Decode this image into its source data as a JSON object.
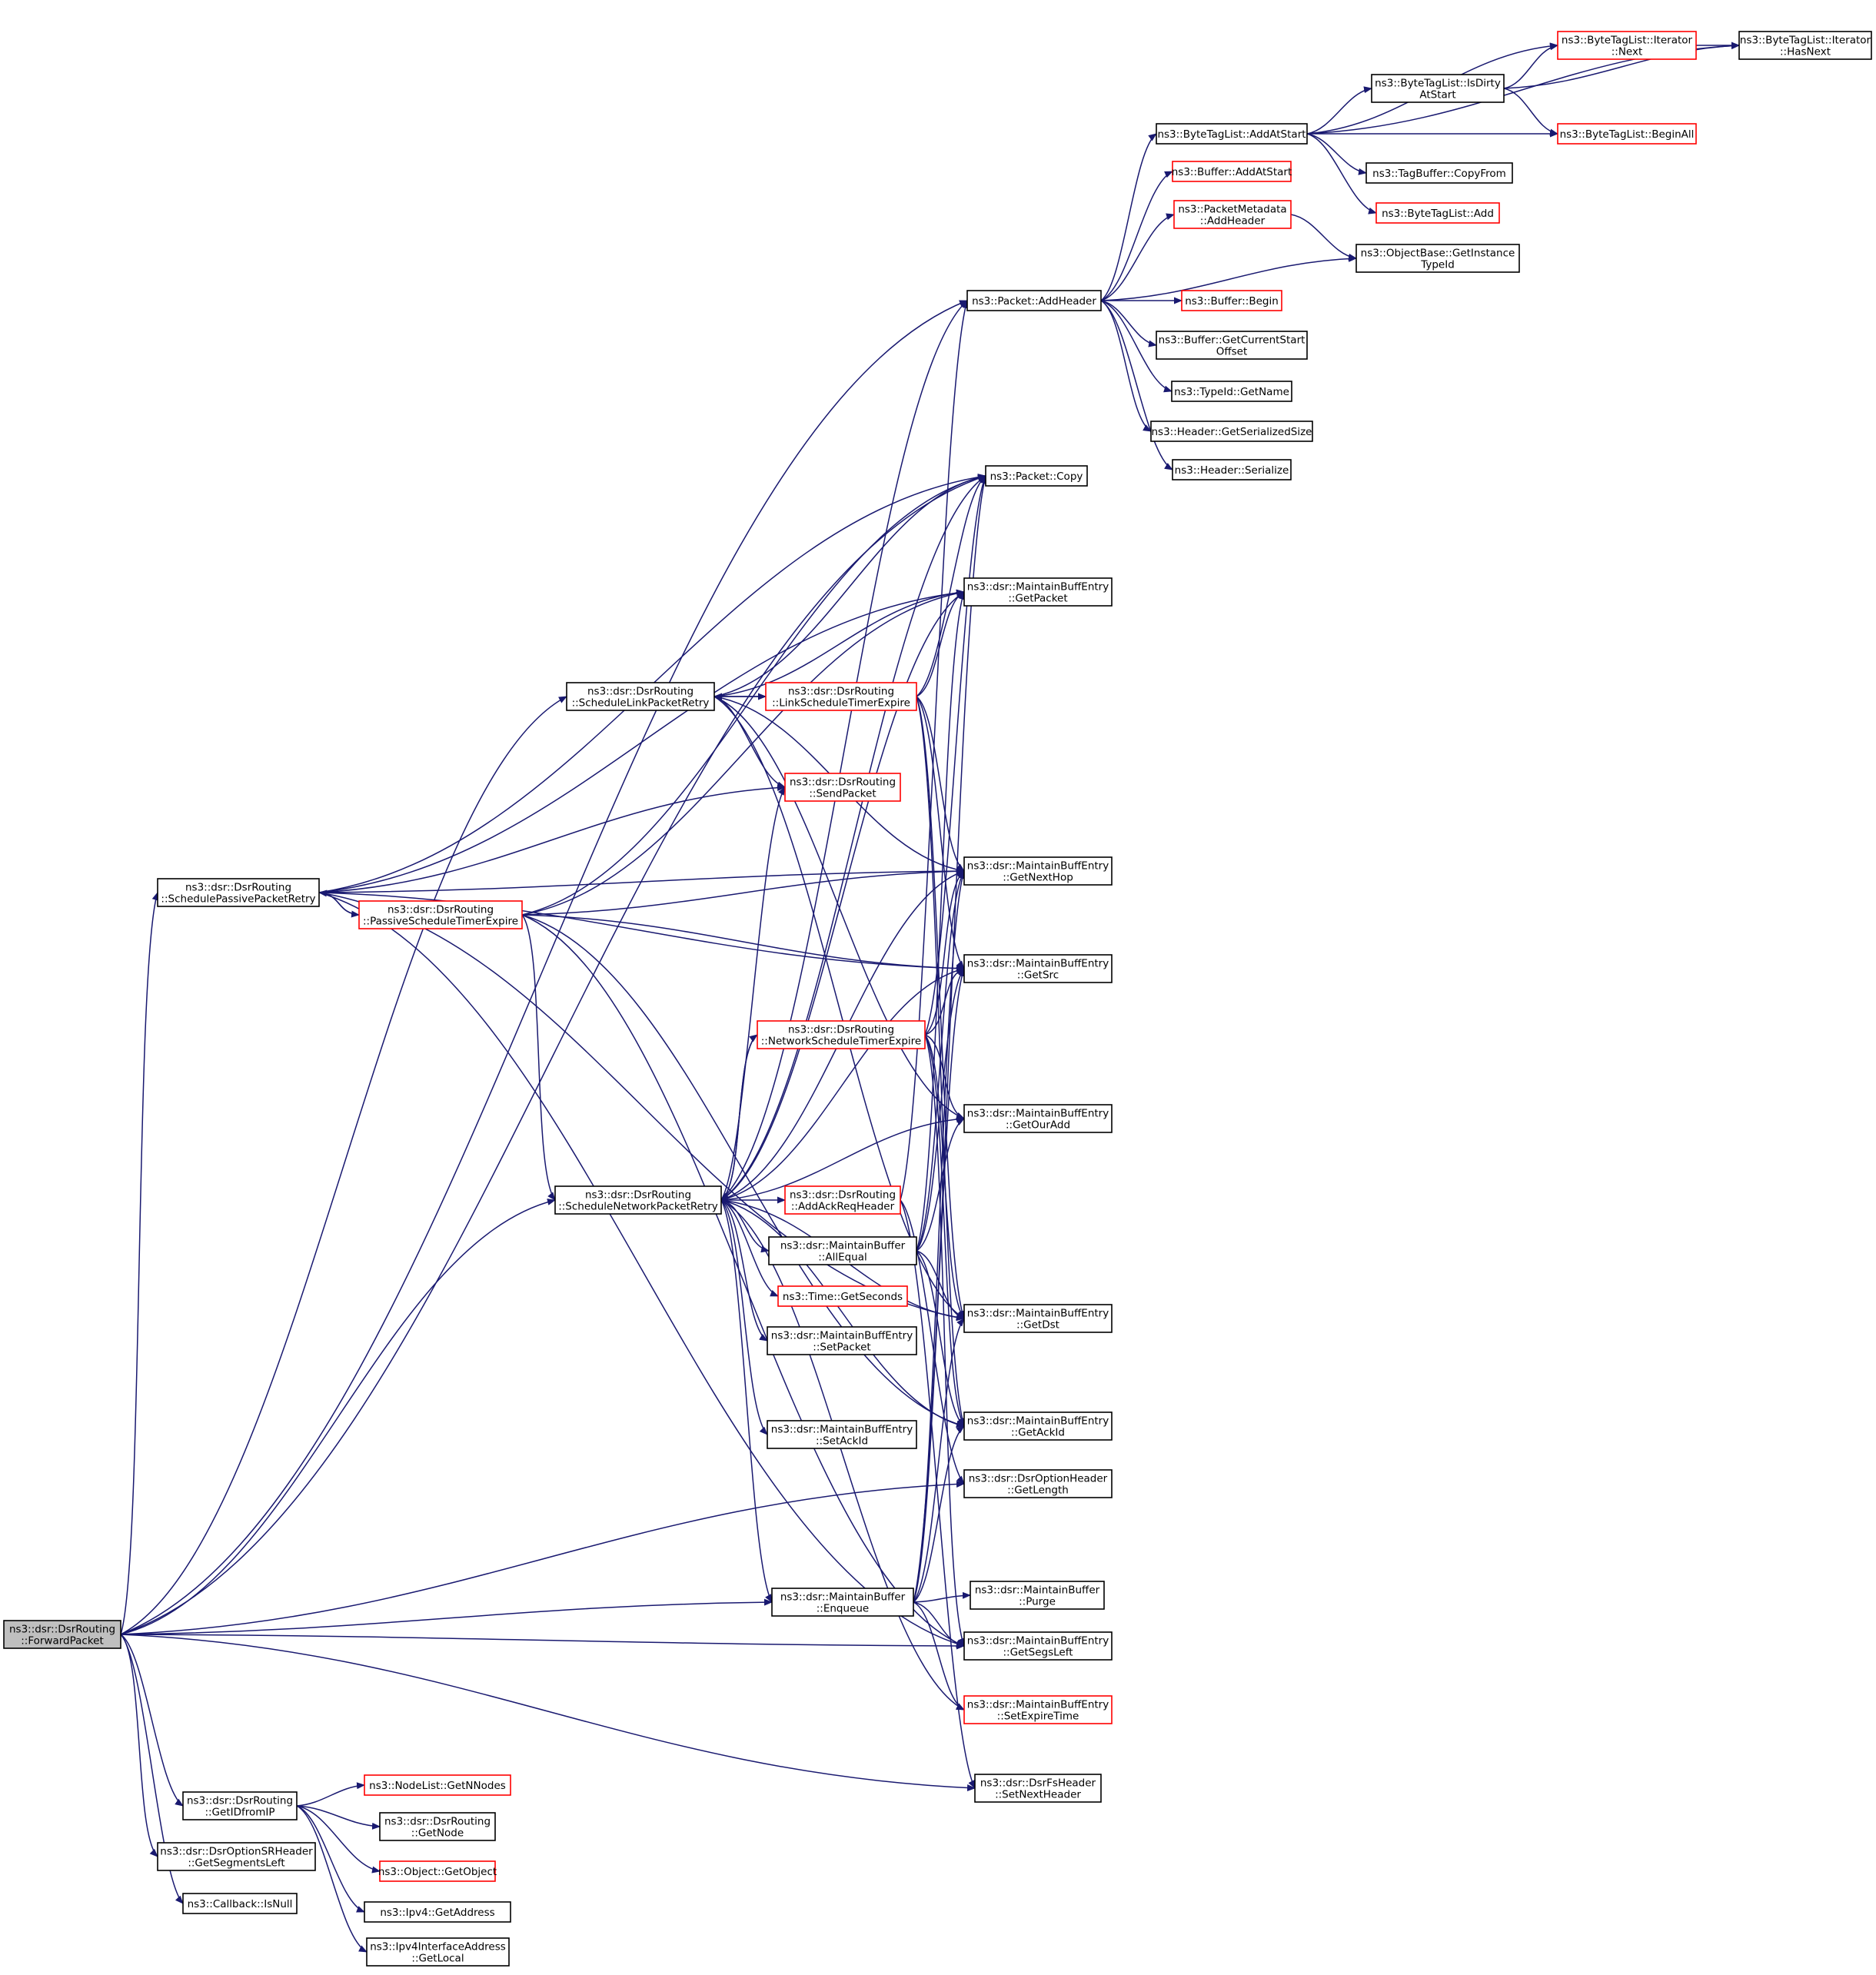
{
  "colors": {
    "edge": "#191970",
    "node_border": "#000000",
    "node_border_truncated": "#ff0000",
    "node_fill": "#ffffff",
    "root_fill": "#bfbfbf",
    "text": "#000000"
  },
  "nodes": [
    {
      "id": "forwardpacket",
      "lines": [
        "ns3::dsr::DsrRouting",
        "::ForwardPacket"
      ],
      "root": true,
      "truncated": false
    },
    {
      "id": "schedpassive",
      "lines": [
        "ns3::dsr::DsrRouting",
        "::SchedulePassivePacketRetry"
      ],
      "truncated": false
    },
    {
      "id": "getidfromip",
      "lines": [
        "ns3::dsr::DsrRouting",
        "::GetIDfromIP"
      ],
      "truncated": false
    },
    {
      "id": "getsegmentsleft",
      "lines": [
        "ns3::dsr::DsrOptionSRHeader",
        "::GetSegmentsLeft"
      ],
      "truncated": false
    },
    {
      "id": "isnull",
      "lines": [
        "ns3::Callback::IsNull"
      ],
      "truncated": false
    },
    {
      "id": "getnnodes",
      "lines": [
        "ns3::NodeList::GetNNodes"
      ],
      "truncated": true
    },
    {
      "id": "getnode",
      "lines": [
        "ns3::dsr::DsrRouting",
        "::GetNode"
      ],
      "truncated": false
    },
    {
      "id": "getobject",
      "lines": [
        "ns3::Object::GetObject"
      ],
      "truncated": true
    },
    {
      "id": "ipv4getaddress",
      "lines": [
        "ns3::Ipv4::GetAddress"
      ],
      "truncated": false
    },
    {
      "id": "getlocal",
      "lines": [
        "ns3::Ipv4InterfaceAddress",
        "::GetLocal"
      ],
      "truncated": false
    },
    {
      "id": "schedlink",
      "lines": [
        "ns3::dsr::DsrRouting",
        "::ScheduleLinkPacketRetry"
      ],
      "truncated": false
    },
    {
      "id": "passivetimer",
      "lines": [
        "ns3::dsr::DsrRouting",
        "::PassiveScheduleTimerExpire"
      ],
      "truncated": true
    },
    {
      "id": "schednetwork",
      "lines": [
        "ns3::dsr::DsrRouting",
        "::ScheduleNetworkPacketRetry"
      ],
      "truncated": false
    },
    {
      "id": "linktimer",
      "lines": [
        "ns3::dsr::DsrRouting",
        "::LinkScheduleTimerExpire"
      ],
      "truncated": true
    },
    {
      "id": "sendpacket",
      "lines": [
        "ns3::dsr::DsrRouting",
        "::SendPacket"
      ],
      "truncated": true
    },
    {
      "id": "networktimer",
      "lines": [
        "ns3::dsr::DsrRouting",
        "::NetworkScheduleTimerExpire"
      ],
      "truncated": true
    },
    {
      "id": "addackreq",
      "lines": [
        "ns3::dsr::DsrRouting",
        "::AddAckReqHeader"
      ],
      "truncated": true
    },
    {
      "id": "allequal",
      "lines": [
        "ns3::dsr::MaintainBuffer",
        "::AllEqual"
      ],
      "truncated": false
    },
    {
      "id": "getseconds",
      "lines": [
        "ns3::Time::GetSeconds"
      ],
      "truncated": true
    },
    {
      "id": "setpacket",
      "lines": [
        "ns3::dsr::MaintainBuffEntry",
        "::SetPacket"
      ],
      "truncated": false
    },
    {
      "id": "setackid",
      "lines": [
        "ns3::dsr::MaintainBuffEntry",
        "::SetAckId"
      ],
      "truncated": false
    },
    {
      "id": "enqueue",
      "lines": [
        "ns3::dsr::MaintainBuffer",
        "::Enqueue"
      ],
      "truncated": false
    },
    {
      "id": "pktaddheader",
      "lines": [
        "ns3::Packet::AddHeader"
      ],
      "truncated": false
    },
    {
      "id": "pktcopy",
      "lines": [
        "ns3::Packet::Copy"
      ],
      "truncated": false
    },
    {
      "id": "getpacket",
      "lines": [
        "ns3::dsr::MaintainBuffEntry",
        "::GetPacket"
      ],
      "truncated": false
    },
    {
      "id": "getnexthop",
      "lines": [
        "ns3::dsr::MaintainBuffEntry",
        "::GetNextHop"
      ],
      "truncated": false
    },
    {
      "id": "getsrc",
      "lines": [
        "ns3::dsr::MaintainBuffEntry",
        "::GetSrc"
      ],
      "truncated": false
    },
    {
      "id": "getouradd",
      "lines": [
        "ns3::dsr::MaintainBuffEntry",
        "::GetOurAdd"
      ],
      "truncated": false
    },
    {
      "id": "getdst",
      "lines": [
        "ns3::dsr::MaintainBuffEntry",
        "::GetDst"
      ],
      "truncated": false
    },
    {
      "id": "getackid",
      "lines": [
        "ns3::dsr::MaintainBuffEntry",
        "::GetAckId"
      ],
      "truncated": false
    },
    {
      "id": "getlength",
      "lines": [
        "ns3::dsr::DsrOptionHeader",
        "::GetLength"
      ],
      "truncated": false
    },
    {
      "id": "purge",
      "lines": [
        "ns3::dsr::MaintainBuffer",
        "::Purge"
      ],
      "truncated": false
    },
    {
      "id": "getsegsleft",
      "lines": [
        "ns3::dsr::MaintainBuffEntry",
        "::GetSegsLeft"
      ],
      "truncated": false
    },
    {
      "id": "setexpiretime",
      "lines": [
        "ns3::dsr::MaintainBuffEntry",
        "::SetExpireTime"
      ],
      "truncated": true
    },
    {
      "id": "setnextheader",
      "lines": [
        "ns3::dsr::DsrFsHeader",
        "::SetNextHeader"
      ],
      "truncated": false
    },
    {
      "id": "btladdatstart",
      "lines": [
        "ns3::ByteTagList::AddAtStart"
      ],
      "truncated": false
    },
    {
      "id": "bufaddatstart",
      "lines": [
        "ns3::Buffer::AddAtStart"
      ],
      "truncated": true
    },
    {
      "id": "pmaddheader",
      "lines": [
        "ns3::PacketMetadata",
        "::AddHeader"
      ],
      "truncated": true
    },
    {
      "id": "bufbegin",
      "lines": [
        "ns3::Buffer::Begin"
      ],
      "truncated": true
    },
    {
      "id": "getcurrentstart",
      "lines": [
        "ns3::Buffer::GetCurrentStart",
        "Offset"
      ],
      "truncated": false
    },
    {
      "id": "typeidgetname",
      "lines": [
        "ns3::TypeId::GetName"
      ],
      "truncated": false
    },
    {
      "id": "getserializedsize",
      "lines": [
        "ns3::Header::GetSerializedSize"
      ],
      "truncated": false
    },
    {
      "id": "serialize",
      "lines": [
        "ns3::Header::Serialize"
      ],
      "truncated": false
    },
    {
      "id": "isdirty",
      "lines": [
        "ns3::ByteTagList::IsDirty",
        "AtStart"
      ],
      "truncated": false
    },
    {
      "id": "iternext",
      "lines": [
        "ns3::ByteTagList::Iterator",
        "::Next"
      ],
      "truncated": true
    },
    {
      "id": "iterhasnext",
      "lines": [
        "ns3::ByteTagList::Iterator",
        "::HasNext"
      ],
      "truncated": false
    },
    {
      "id": "beginall",
      "lines": [
        "ns3::ByteTagList::BeginAll"
      ],
      "truncated": true
    },
    {
      "id": "tagcopyfrom",
      "lines": [
        "ns3::TagBuffer::CopyFrom"
      ],
      "truncated": false
    },
    {
      "id": "btladd",
      "lines": [
        "ns3::ByteTagList::Add"
      ],
      "truncated": true
    },
    {
      "id": "getinstancetypeid",
      "lines": [
        "ns3::ObjectBase::GetInstance",
        "TypeId"
      ],
      "truncated": false
    }
  ],
  "edges": [
    [
      "forwardpacket",
      "pktaddheader"
    ],
    [
      "forwardpacket",
      "pktcopy"
    ],
    [
      "forwardpacket",
      "schedlink"
    ],
    [
      "forwardpacket",
      "schedpassive"
    ],
    [
      "forwardpacket",
      "schednetwork"
    ],
    [
      "forwardpacket",
      "enqueue"
    ],
    [
      "forwardpacket",
      "getlength"
    ],
    [
      "forwardpacket",
      "getsegsleft"
    ],
    [
      "forwardpacket",
      "setnextheader"
    ],
    [
      "forwardpacket",
      "getidfromip"
    ],
    [
      "forwardpacket",
      "getsegmentsleft"
    ],
    [
      "forwardpacket",
      "isnull"
    ],
    [
      "getidfromip",
      "getnnodes"
    ],
    [
      "getidfromip",
      "getnode"
    ],
    [
      "getidfromip",
      "getobject"
    ],
    [
      "getidfromip",
      "ipv4getaddress"
    ],
    [
      "getidfromip",
      "getlocal"
    ],
    [
      "schedpassive",
      "pktcopy"
    ],
    [
      "schedpassive",
      "getpacket"
    ],
    [
      "schedpassive",
      "getnexthop"
    ],
    [
      "schedpassive",
      "sendpacket"
    ],
    [
      "schedpassive",
      "passivetimer"
    ],
    [
      "schedpassive",
      "getsrc"
    ],
    [
      "schedpassive",
      "getdst"
    ],
    [
      "schedpassive",
      "getsegsleft"
    ],
    [
      "passivetimer",
      "schedpassive"
    ],
    [
      "passivetimer",
      "pktcopy"
    ],
    [
      "passivetimer",
      "getpacket"
    ],
    [
      "passivetimer",
      "getnexthop"
    ],
    [
      "passivetimer",
      "getsrc"
    ],
    [
      "passivetimer",
      "schednetwork"
    ],
    [
      "passivetimer",
      "getackid"
    ],
    [
      "passivetimer",
      "getsegsleft"
    ],
    [
      "schedlink",
      "pktcopy"
    ],
    [
      "schedlink",
      "getpacket"
    ],
    [
      "schedlink",
      "getnexthop"
    ],
    [
      "schedlink",
      "linktimer"
    ],
    [
      "schedlink",
      "sendpacket"
    ],
    [
      "schedlink",
      "getdst"
    ],
    [
      "schedlink",
      "getouradd"
    ],
    [
      "linktimer",
      "schedlink"
    ],
    [
      "linktimer",
      "pktcopy"
    ],
    [
      "linktimer",
      "getpacket"
    ],
    [
      "linktimer",
      "getnexthop"
    ],
    [
      "linktimer",
      "getsrc"
    ],
    [
      "linktimer",
      "getdst"
    ],
    [
      "linktimer",
      "getackid"
    ],
    [
      "schednetwork",
      "pktaddheader"
    ],
    [
      "schednetwork",
      "pktcopy"
    ],
    [
      "schednetwork",
      "getpacket"
    ],
    [
      "schednetwork",
      "getnexthop"
    ],
    [
      "schednetwork",
      "getsrc"
    ],
    [
      "schednetwork",
      "getouradd"
    ],
    [
      "schednetwork",
      "getdst"
    ],
    [
      "schednetwork",
      "sendpacket"
    ],
    [
      "schednetwork",
      "networktimer"
    ],
    [
      "schednetwork",
      "addackreq"
    ],
    [
      "schednetwork",
      "allequal"
    ],
    [
      "schednetwork",
      "getseconds"
    ],
    [
      "schednetwork",
      "setpacket"
    ],
    [
      "schednetwork",
      "setackid"
    ],
    [
      "schednetwork",
      "enqueue"
    ],
    [
      "schednetwork",
      "setexpiretime"
    ],
    [
      "schednetwork",
      "getackid"
    ],
    [
      "networktimer",
      "schednetwork"
    ],
    [
      "networktimer",
      "getnexthop"
    ],
    [
      "networktimer",
      "getsrc"
    ],
    [
      "networktimer",
      "getouradd"
    ],
    [
      "networktimer",
      "getdst"
    ],
    [
      "networktimer",
      "getackid"
    ],
    [
      "networktimer",
      "pktcopy"
    ],
    [
      "networktimer",
      "getsegsleft"
    ],
    [
      "addackreq",
      "pktaddheader"
    ],
    [
      "addackreq",
      "getlength"
    ],
    [
      "addackreq",
      "setnextheader"
    ],
    [
      "allequal",
      "getdst"
    ],
    [
      "allequal",
      "getackid"
    ],
    [
      "allequal",
      "getnexthop"
    ],
    [
      "allequal",
      "getsrc"
    ],
    [
      "allequal",
      "getouradd"
    ],
    [
      "allequal",
      "getpacket"
    ],
    [
      "enqueue",
      "purge"
    ],
    [
      "enqueue",
      "getdst"
    ],
    [
      "enqueue",
      "getnexthop"
    ],
    [
      "enqueue",
      "getsrc"
    ],
    [
      "enqueue",
      "pktcopy"
    ],
    [
      "enqueue",
      "getsegsleft"
    ],
    [
      "enqueue",
      "getackid"
    ],
    [
      "enqueue",
      "setexpiretime"
    ],
    [
      "pktaddheader",
      "btladdatstart"
    ],
    [
      "pktaddheader",
      "bufaddatstart"
    ],
    [
      "pktaddheader",
      "pmaddheader"
    ],
    [
      "pktaddheader",
      "getinstancetypeid"
    ],
    [
      "pktaddheader",
      "bufbegin"
    ],
    [
      "pktaddheader",
      "getcurrentstart"
    ],
    [
      "pktaddheader",
      "typeidgetname"
    ],
    [
      "pktaddheader",
      "getserializedsize"
    ],
    [
      "pktaddheader",
      "serialize"
    ],
    [
      "pmaddheader",
      "getinstancetypeid"
    ],
    [
      "btladdatstart",
      "iternext"
    ],
    [
      "btladdatstart",
      "iterhasnext"
    ],
    [
      "btladdatstart",
      "isdirty"
    ],
    [
      "btladdatstart",
      "beginall"
    ],
    [
      "btladdatstart",
      "tagcopyfrom"
    ],
    [
      "btladdatstart",
      "btladd"
    ],
    [
      "isdirty",
      "iternext"
    ],
    [
      "isdirty",
      "iterhasnext"
    ],
    [
      "isdirty",
      "beginall"
    ],
    [
      "iternext",
      "iterhasnext"
    ]
  ]
}
